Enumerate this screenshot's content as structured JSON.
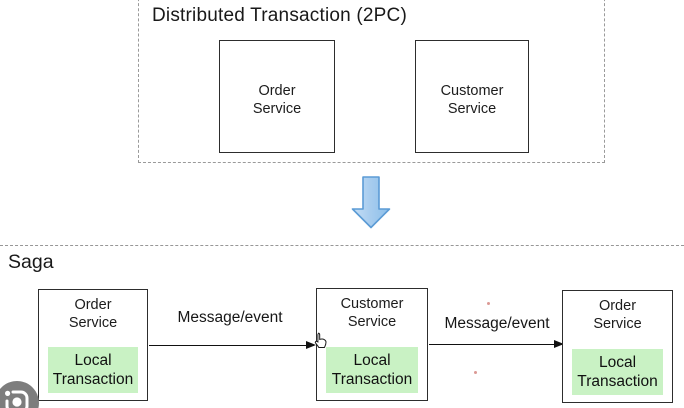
{
  "two_pc": {
    "title": "Distributed Transaction (2PC)",
    "boxes": [
      {
        "label": "Order Service"
      },
      {
        "label": "Customer Service"
      }
    ]
  },
  "saga": {
    "title": "Saga",
    "nodes": [
      {
        "service": "Order Service",
        "transaction": "Local Transaction"
      },
      {
        "service": "Customer Service",
        "transaction": "Local Transaction"
      },
      {
        "service": "Order Service",
        "transaction": "Local Transaction"
      }
    ],
    "edges": [
      {
        "label": "Message/event"
      },
      {
        "label": "Message/event"
      }
    ]
  },
  "icons": {
    "down_arrow": "down-arrow-icon",
    "cursor": "hand-pointer-icon",
    "lens": "lens-camera-icon"
  },
  "colors": {
    "local_transaction_fill": "#c9f2c4",
    "arrow_fill": "#a9cdef",
    "arrow_stroke": "#5b9bd5",
    "box_border": "#2d2d2d",
    "dashed_border": "#9a9a9a"
  }
}
